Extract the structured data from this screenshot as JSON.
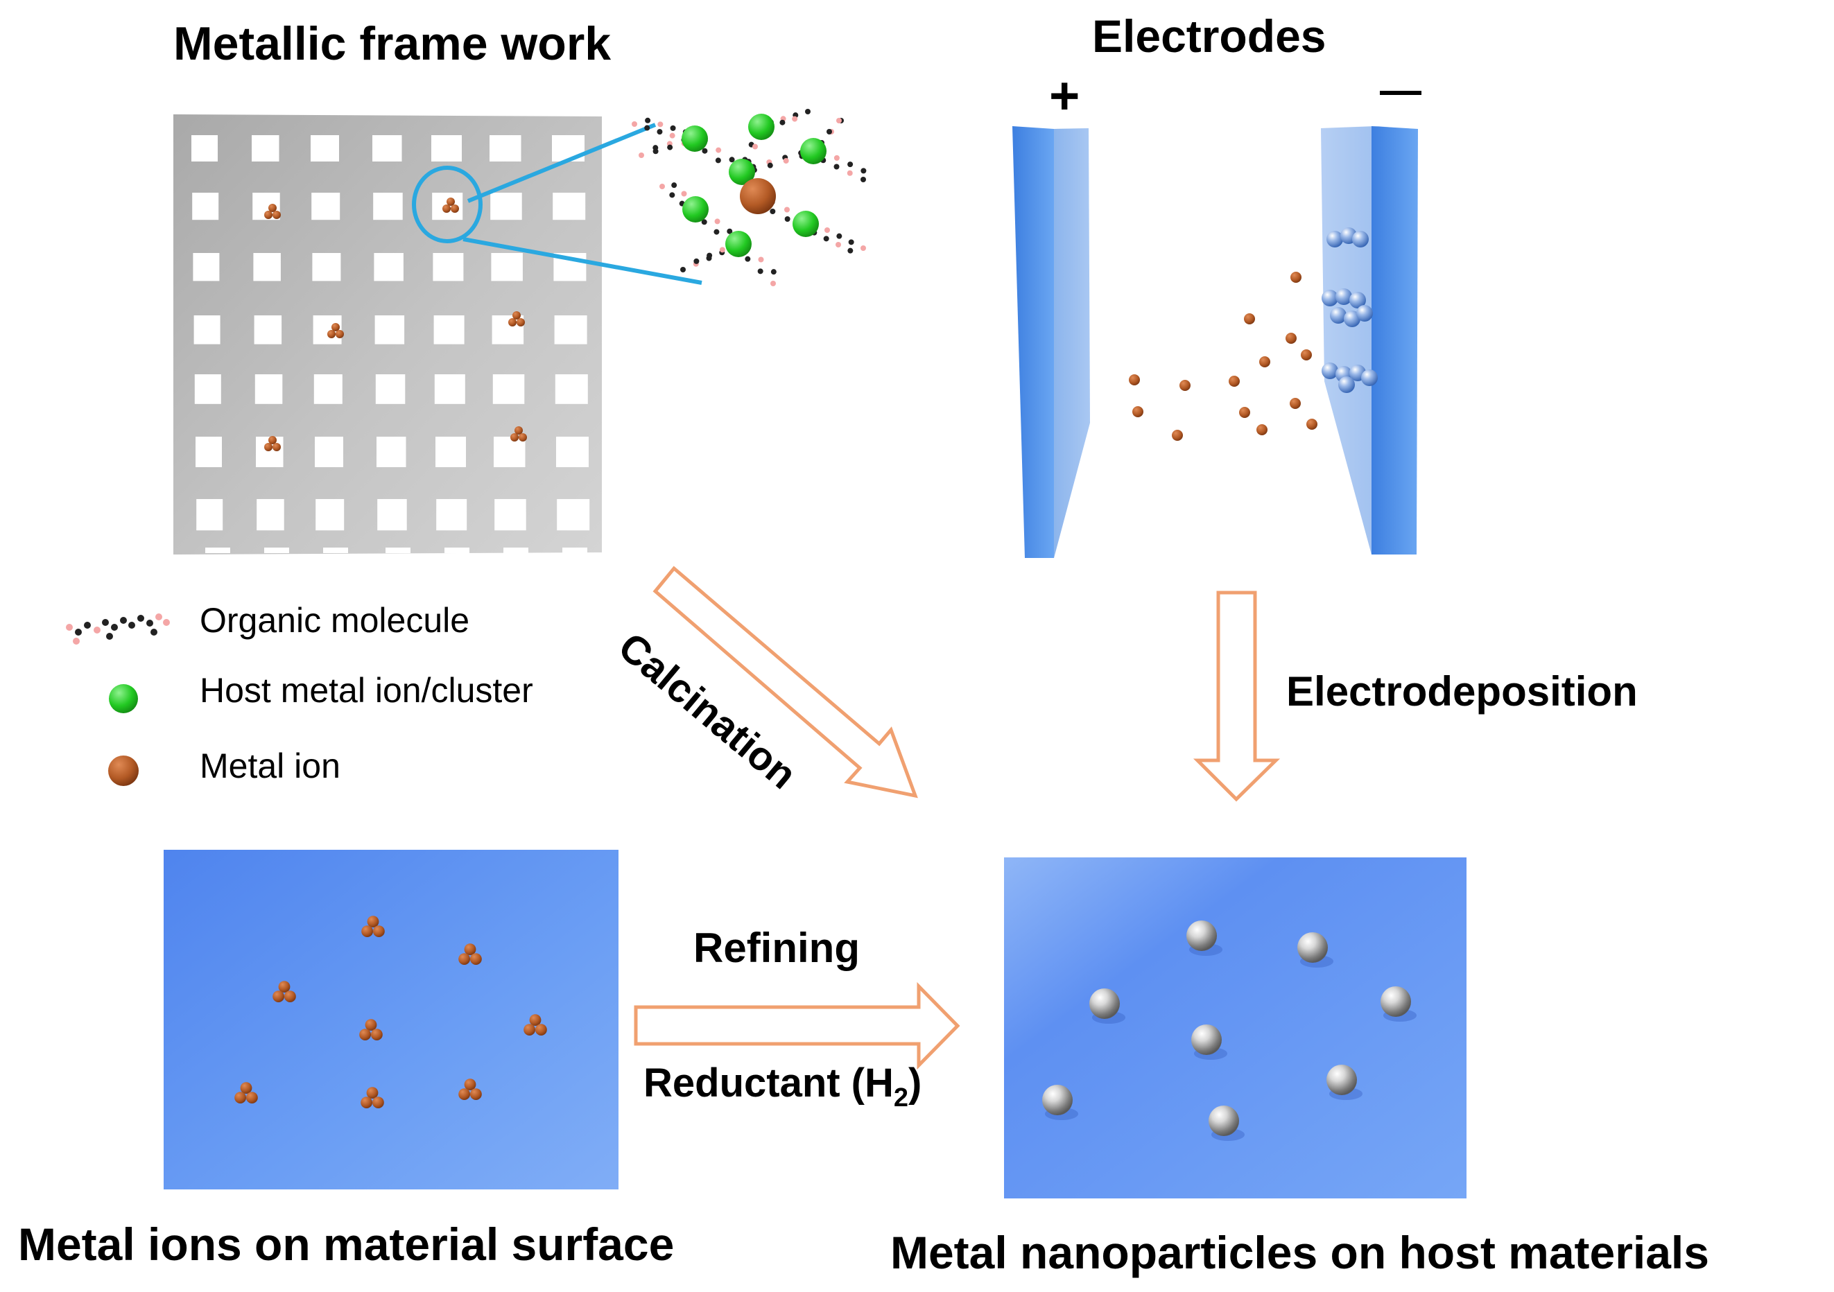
{
  "titles": {
    "metallic_framework": "Metallic frame work",
    "electrodes": "Electrodes",
    "ions_surface": "Metal ions on material surface",
    "nanoparticles_host": "Metal nanoparticles on host materials"
  },
  "electrode_signs": {
    "positive": "+",
    "negative": "—"
  },
  "legend": [
    {
      "key": "organic",
      "label": "Organic molecule"
    },
    {
      "key": "host",
      "label": "Host metal ion/cluster"
    },
    {
      "key": "metal",
      "label": "Metal ion"
    }
  ],
  "process_labels": {
    "calcination": "Calcination",
    "electrodeposition": "Electrodeposition",
    "refining": "Refining",
    "reductant_prefix": "Reductant (H",
    "reductant_sub": "2",
    "reductant_suffix": ")"
  },
  "colors": {
    "framework_grey": "#b9b9b9",
    "electrode_blue": "#4f8fe6",
    "surface_blue": "#5b8ff0",
    "metal_ion": "#a85a2a",
    "host_ion": "#2dcf2d",
    "arrow_orange": "#f0a070",
    "zoom_line": "#2aa8e0"
  },
  "icons": {
    "framework": "porous-framework-icon",
    "electrode": "electrode-plate-icon",
    "molecule": "organic-molecule-icon",
    "nanoparticle": "nanoparticle-sphere-icon"
  }
}
